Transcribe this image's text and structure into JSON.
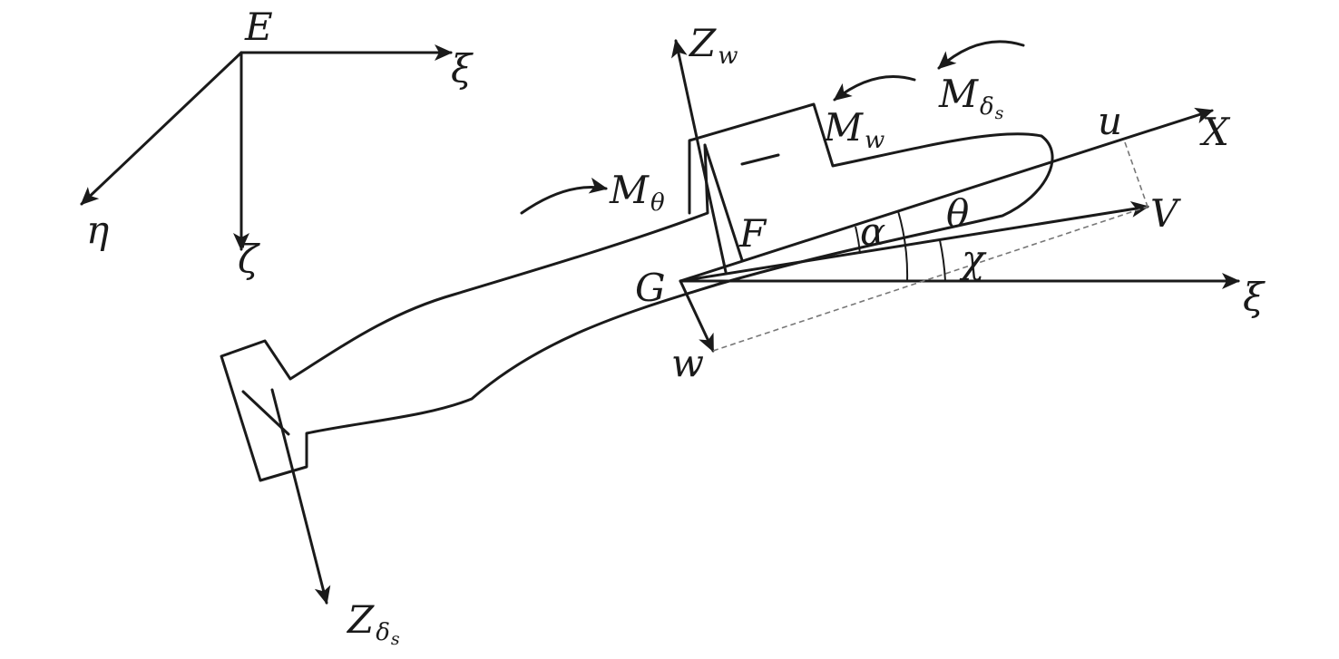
{
  "labels": {
    "earth_origin": "E",
    "earth_xi": "ξ",
    "earth_eta": "η",
    "earth_zeta": "ζ",
    "z_w_main": "Z",
    "z_w_sub": "w",
    "m_w_main": "M",
    "m_w_sub": "w",
    "m_delta_main": "M",
    "m_delta_sub": "δ",
    "m_delta_subsub": "s",
    "m_theta_main": "M",
    "m_theta_sub": "θ",
    "u": "u",
    "x": "X",
    "v": "V",
    "f": "F",
    "alpha": "α",
    "theta": "θ",
    "chi": "χ",
    "g": "G",
    "xi_body": "ξ",
    "w": "w",
    "z_delta_main": "Z",
    "z_delta_sub": "δ",
    "z_delta_subsub": "s"
  },
  "colors": {
    "ink": "#1a1a1a",
    "dashed": "#777777",
    "background": "#ffffff"
  }
}
